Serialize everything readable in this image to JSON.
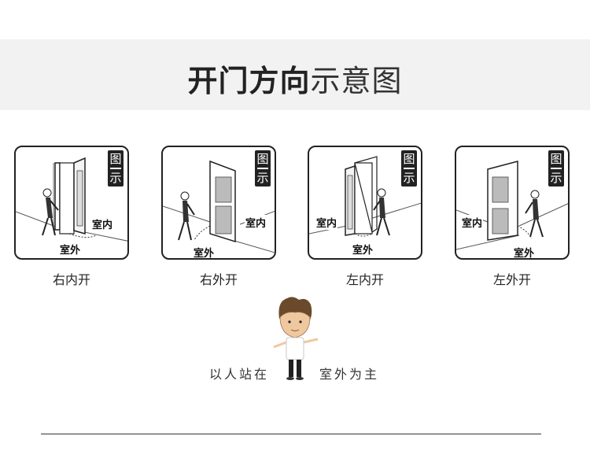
{
  "header": {
    "title_bold": "开门方向",
    "title_light": "示意图"
  },
  "panels": [
    {
      "badge_top": "图",
      "badge_bottom": "示",
      "inside": "室内",
      "outside": "室外",
      "caption": "右内开"
    },
    {
      "badge_top": "图",
      "badge_bottom": "示",
      "inside": "室内",
      "outside": "室外",
      "caption": "右外开"
    },
    {
      "badge_top": "图",
      "badge_bottom": "示",
      "inside": "室内",
      "outside": "室外",
      "caption": "左内开"
    },
    {
      "badge_top": "图",
      "badge_bottom": "示",
      "inside": "室内",
      "outside": "室外",
      "caption": "左外开"
    }
  ],
  "footer": {
    "stand_left": "以人站在",
    "stand_right": "室外为主"
  }
}
